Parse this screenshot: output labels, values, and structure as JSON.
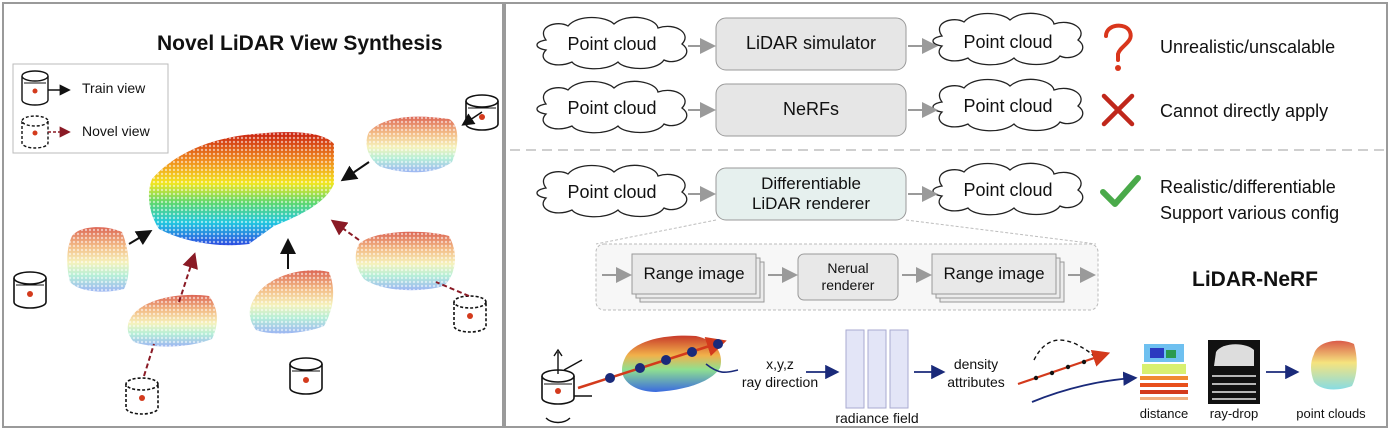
{
  "left_panel": {
    "title": "Novel LiDAR View Synthesis",
    "legend": {
      "train": "Train view",
      "novel": "Novel view"
    }
  },
  "right_panel": {
    "rows": [
      {
        "input": "Point cloud",
        "method": "LiDAR simulator",
        "output": "Point cloud",
        "status_icon": "question-mark-icon",
        "comment": "Unrealistic/unscalable"
      },
      {
        "input": "Point cloud",
        "method": "NeRFs",
        "output": "Point cloud",
        "status_icon": "cross-icon",
        "comment": "Cannot directly apply"
      },
      {
        "input": "Point cloud",
        "method_line1": "Differentiable",
        "method_line2": "LiDAR renderer",
        "output": "Point cloud",
        "status_icon": "check-icon",
        "comment_line1": "Realistic/differentiable",
        "comment_line2": "Support various config"
      }
    ],
    "renderer_pipeline": {
      "stage1": "Range image",
      "stage2_line1": "Nerual",
      "stage2_line2": "renderer",
      "stage3": "Range image"
    },
    "brand": "LiDAR-NeRF",
    "bottom": {
      "input_line1": "x,y,z",
      "input_line2": "ray direction",
      "field_label": "radiance field",
      "output_line1": "density",
      "output_line2": "attributes",
      "distance_label": "distance",
      "raydrop_label": "ray-drop",
      "pointclouds_label": "point clouds"
    }
  },
  "colors": {
    "border": "#9a9a9a",
    "box_fill": "#e6e6e6",
    "diff_box_fill": "#e6f0ee",
    "arrow_gray": "#9a9a9a",
    "arrow_navy": "#1a2a7a",
    "question": "#d9361c",
    "cross": "#c0271b",
    "check": "#4aaa4a",
    "ray_red": "#d33a1c",
    "field_fill": "#e3e5f7"
  }
}
